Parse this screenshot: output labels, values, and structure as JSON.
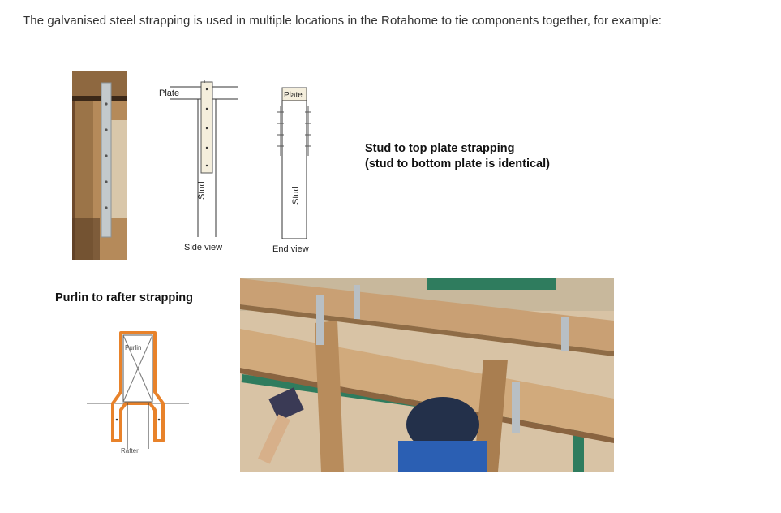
{
  "intro": "The galvanised steel strapping is used in multiple locations in the Rotahome to tie components together, for example:",
  "stud": {
    "caption_line1": "Stud to top plate strapping",
    "caption_line2": "(stud to bottom plate is identical)",
    "side_view": {
      "plate_label": "Plate",
      "stud_label": "Stud",
      "view_label": "Side view"
    },
    "end_view": {
      "plate_label": "Plate",
      "stud_label": "Stud",
      "view_label": "End view"
    }
  },
  "purlin": {
    "caption": "Purlin to rafter strapping",
    "purlin_label": "Purlin",
    "rafter_label": "Rafter"
  },
  "colors": {
    "strap_orange": "#e8822a",
    "timber": "#c9a074",
    "steel": "#b8bfc4",
    "frame_green": "#2f7c5e"
  }
}
